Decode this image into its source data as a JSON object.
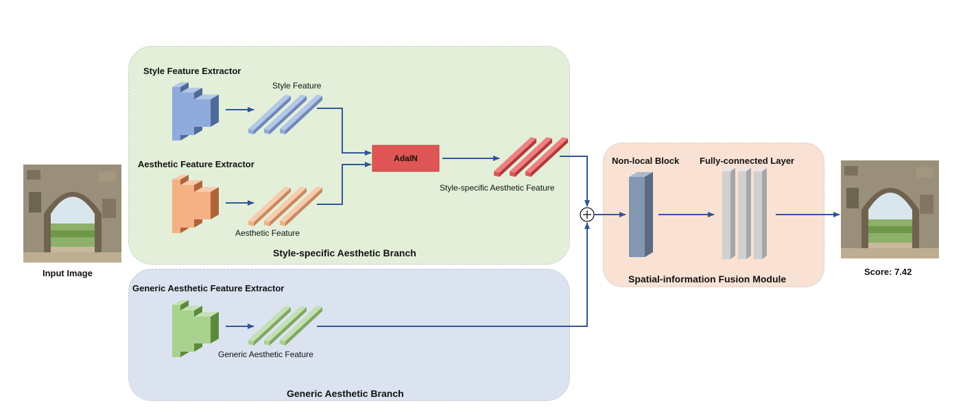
{
  "input": {
    "label": "Input Image"
  },
  "style_branch": {
    "title": "Style-specific Aesthetic Branch",
    "style_extractor_label": "Style Feature Extractor",
    "style_feature_label": "Style Feature",
    "aesthetic_extractor_label": "Aesthetic Feature Extractor",
    "aesthetic_feature_label": "Aesthetic Feature",
    "adain_label": "AdaIN",
    "output_feature_label": "Style-specific Aesthetic Feature"
  },
  "generic_branch": {
    "title": "Generic Aesthetic Branch",
    "extractor_label": "Generic Aesthetic Feature Extractor",
    "feature_label": "Generic Aesthetic Feature"
  },
  "fusion_module": {
    "title": "Spatial-information Fusion Module",
    "nonlocal_label": "Non-local Block",
    "fc_label": "Fully-connected Layer"
  },
  "output": {
    "score_label": "Score: 7.42"
  },
  "colors": {
    "style_blocks": "#8faadc",
    "aesthetic_blocks": "#f4b183",
    "generic_blocks": "#a9d18e",
    "adain": "#e05555",
    "arrows": "#2f5597",
    "nonlocal_block": "#8497b0",
    "fc_blocks": "#d0d0d0"
  }
}
